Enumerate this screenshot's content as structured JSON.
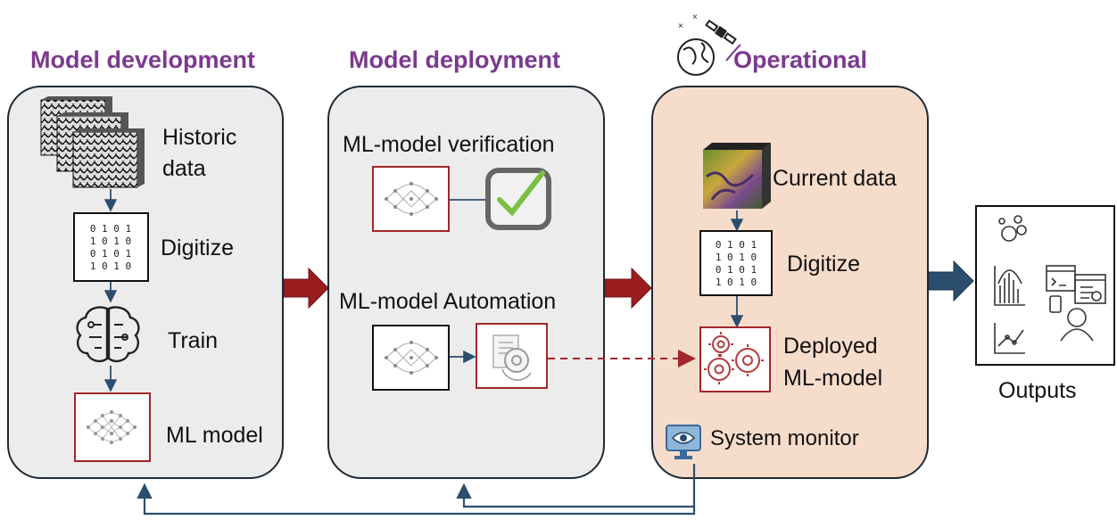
{
  "stages": {
    "development": {
      "title": "Model development",
      "historic_data": "Historic data",
      "historic_line1": "Historic",
      "historic_line2": "data",
      "digitize": "Digitize",
      "train": "Train",
      "ml_model": "ML model"
    },
    "deployment": {
      "title": "Model deployment",
      "verification": "ML-model verification",
      "automation": "ML-model Automation"
    },
    "operational": {
      "title": "Operational",
      "current_data": "Current data",
      "digitize": "Digitize",
      "deployed_line1": "Deployed",
      "deployed_line2": "ML-model",
      "system_monitor": "System monitor"
    }
  },
  "outputs": {
    "label": "Outputs"
  },
  "binary_pattern": [
    "0 1 0 1",
    "1 0 1 0",
    "0 1 0 1",
    "1 0 1 0"
  ],
  "colors": {
    "title_purple": "#7b3a8e",
    "panel_gray": "#ececec",
    "panel_peach": "#f6dccb",
    "arrow_red": "#9b1d20",
    "arrow_blue": "#2c4e6e",
    "feedback_line": "#2c4e6e",
    "check_green": "#7ac143"
  }
}
